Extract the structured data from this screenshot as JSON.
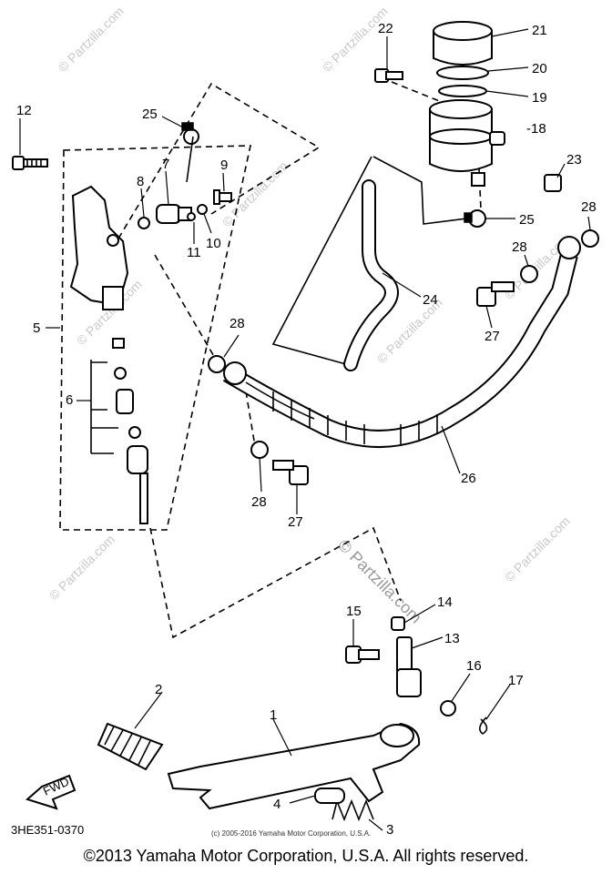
{
  "diagram": {
    "code": "3HE351-0370",
    "small_copyright": "(c) 2005-2016 Yamaha Motor Corporation, U.S.A.",
    "fwd_label": "FWD",
    "watermark_text": "© Partzilla.com",
    "callouts": {
      "c1": "1",
      "c2": "2",
      "c3": "3",
      "c4": "4",
      "c5": "5",
      "c6": "6",
      "c7": "7",
      "c8": "8",
      "c9": "9",
      "c10": "10",
      "c11": "11",
      "c12": "12",
      "c13": "13",
      "c14": "14",
      "c15": "15",
      "c16": "16",
      "c17": "17",
      "c18": "-18",
      "c19": "19",
      "c20": "20",
      "c21": "21",
      "c22": "22",
      "c23": "23",
      "c24": "24",
      "c25a": "25",
      "c25b": "25",
      "c26": "26",
      "c27a": "27",
      "c27b": "27",
      "c28a": "28",
      "c28b": "28",
      "c28c": "28",
      "c28d": "28"
    }
  },
  "footer": {
    "copyright": "©2013 Yamaha Motor Corporation, U.S.A. All rights reserved."
  }
}
